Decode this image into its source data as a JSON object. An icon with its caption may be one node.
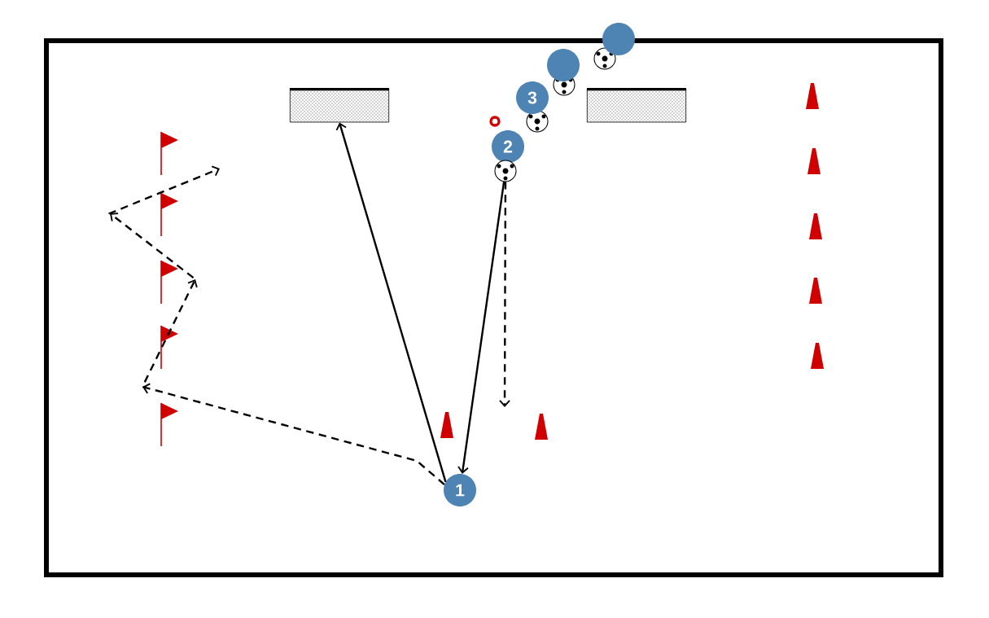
{
  "diagram": {
    "nodes": [
      {
        "text": [
          "1"
        ]
      },
      {
        "text": [
          "2"
        ]
      },
      {
        "text": [
          "3"
        ]
      },
      {
        "text": [],
        "shape": "circle"
      },
      {
        "text": [],
        "shape": "circle"
      },
      {
        "text": [],
        "shape": "box"
      },
      {
        "text": [],
        "shape": "box"
      },
      {
        "text": [],
        "shape": "circle"
      }
    ],
    "edges": [
      {
        "from": 0,
        "to": 5,
        "arrow": "to"
      },
      {
        "from": 7,
        "to": 0,
        "arrow": "to"
      },
      {
        "from": 7,
        "to": null,
        "arrow": "to",
        "style": "dashed"
      },
      {
        "from": 0,
        "to": null,
        "arrow": "to",
        "style": "dashed"
      }
    ]
  }
}
